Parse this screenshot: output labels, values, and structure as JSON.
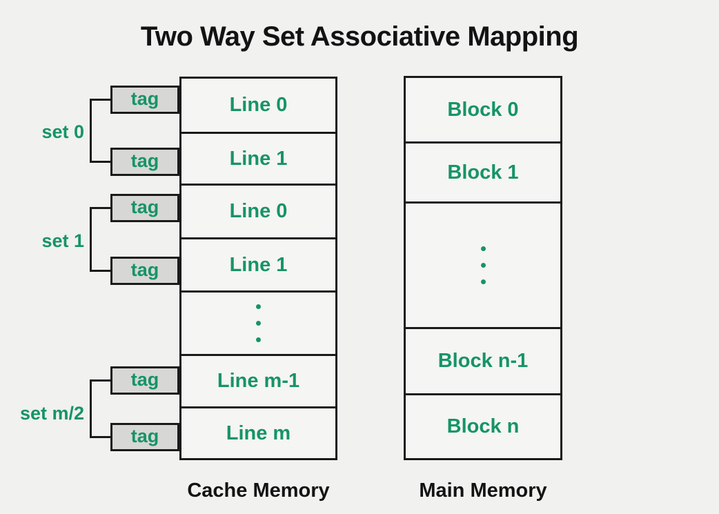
{
  "title": "Two Way Set Associative Mapping",
  "colors": {
    "green": "#169467",
    "background": "#f1f1ef",
    "cell_fill": "#f5f5f3",
    "tag_fill": "#d7d7d5",
    "border": "#1a1a1a",
    "heading": "#131313"
  },
  "tag_label": "tag",
  "sets": [
    {
      "label": "set 0"
    },
    {
      "label": "set 1"
    },
    {
      "label": "set m/2"
    }
  ],
  "cache": {
    "caption": "Cache Memory",
    "rows": [
      {
        "type": "cell",
        "label": "Line 0"
      },
      {
        "type": "cell",
        "label": "Line 1"
      },
      {
        "type": "cell",
        "label": "Line 0"
      },
      {
        "type": "cell",
        "label": "Line 1"
      },
      {
        "type": "dots"
      },
      {
        "type": "cell",
        "label": "Line m-1"
      },
      {
        "type": "cell",
        "label": "Line m"
      }
    ]
  },
  "main_memory": {
    "caption": "Main Memory",
    "rows": [
      {
        "type": "cell",
        "label": "Block 0"
      },
      {
        "type": "cell",
        "label": "Block 1"
      },
      {
        "type": "dots"
      },
      {
        "type": "cell",
        "label": "Block n-1"
      },
      {
        "type": "cell",
        "label": "Block n"
      }
    ]
  }
}
